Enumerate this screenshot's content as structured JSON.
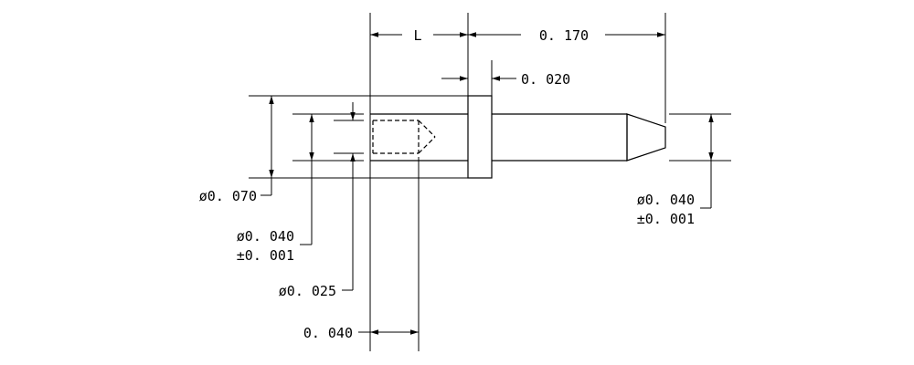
{
  "dimensions": {
    "length": "L",
    "length_170": "0. 170",
    "collar_020": "0. 020",
    "dia_070": "ø0. 070",
    "dia_040_left": "ø0. 040",
    "tol_left": "±0. 001",
    "dia_025": "ø0. 025",
    "depth_040": "0. 040",
    "dia_040_right": "ø0. 040",
    "tol_right": "±0. 001"
  },
  "colors": {
    "line": "#000000",
    "background": "#ffffff"
  }
}
